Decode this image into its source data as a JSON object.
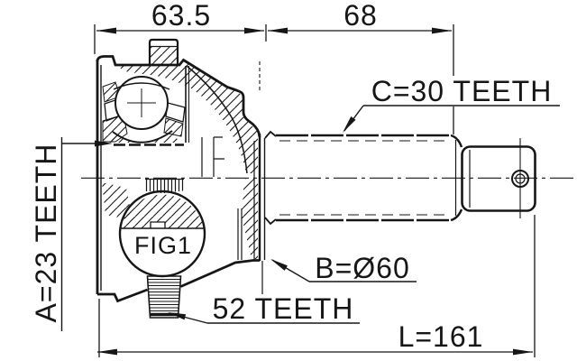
{
  "labels": {
    "dim_width_left": "63.5",
    "dim_width_right": "68",
    "spline_a": "A=23 TEETH",
    "spline_c": "C=30 TEETH",
    "ring_teeth": "52 TEETH",
    "boot_diameter": "B=Ø60",
    "total_length": "L=161",
    "figure": "FIG1"
  },
  "colors": {
    "line": "#161616",
    "background": "#ffffff"
  }
}
